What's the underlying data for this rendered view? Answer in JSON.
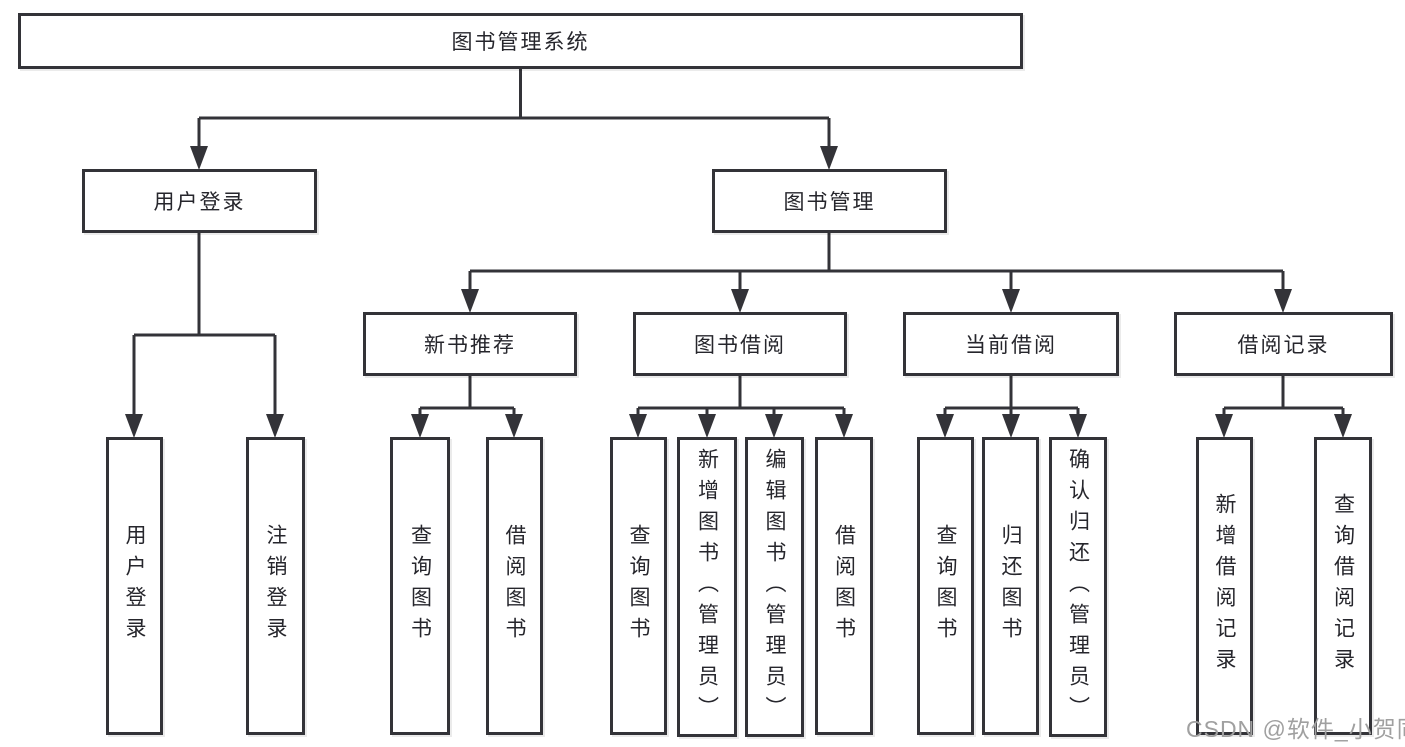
{
  "diagram_type": "hierarchy-tree",
  "tree": {
    "label": "图书管理系统",
    "children": [
      {
        "label": "用户登录",
        "children": [
          {
            "label": "用户登录"
          },
          {
            "label": "注销登录"
          }
        ]
      },
      {
        "label": "图书管理",
        "children": [
          {
            "label": "新书推荐",
            "children": [
              {
                "label": "查询图书"
              },
              {
                "label": "借阅图书"
              }
            ]
          },
          {
            "label": "图书借阅",
            "children": [
              {
                "label": "查询图书"
              },
              {
                "label": "新增图书（管理员）"
              },
              {
                "label": "编辑图书（管理员）"
              },
              {
                "label": "借阅图书"
              }
            ]
          },
          {
            "label": "当前借阅",
            "children": [
              {
                "label": "查询图书"
              },
              {
                "label": "归还图书"
              },
              {
                "label": "确认归还（管理员）"
              }
            ]
          },
          {
            "label": "借阅记录",
            "children": [
              {
                "label": "新增借阅记录"
              },
              {
                "label": "查询借阅记录"
              }
            ]
          }
        ]
      }
    ]
  },
  "watermark": {
    "text": "CSDN @软件_小贺同学"
  },
  "colors": {
    "line": "#333338",
    "text": "#26262c",
    "watermark": "#a0a0a0",
    "bg": "#ffffff"
  }
}
